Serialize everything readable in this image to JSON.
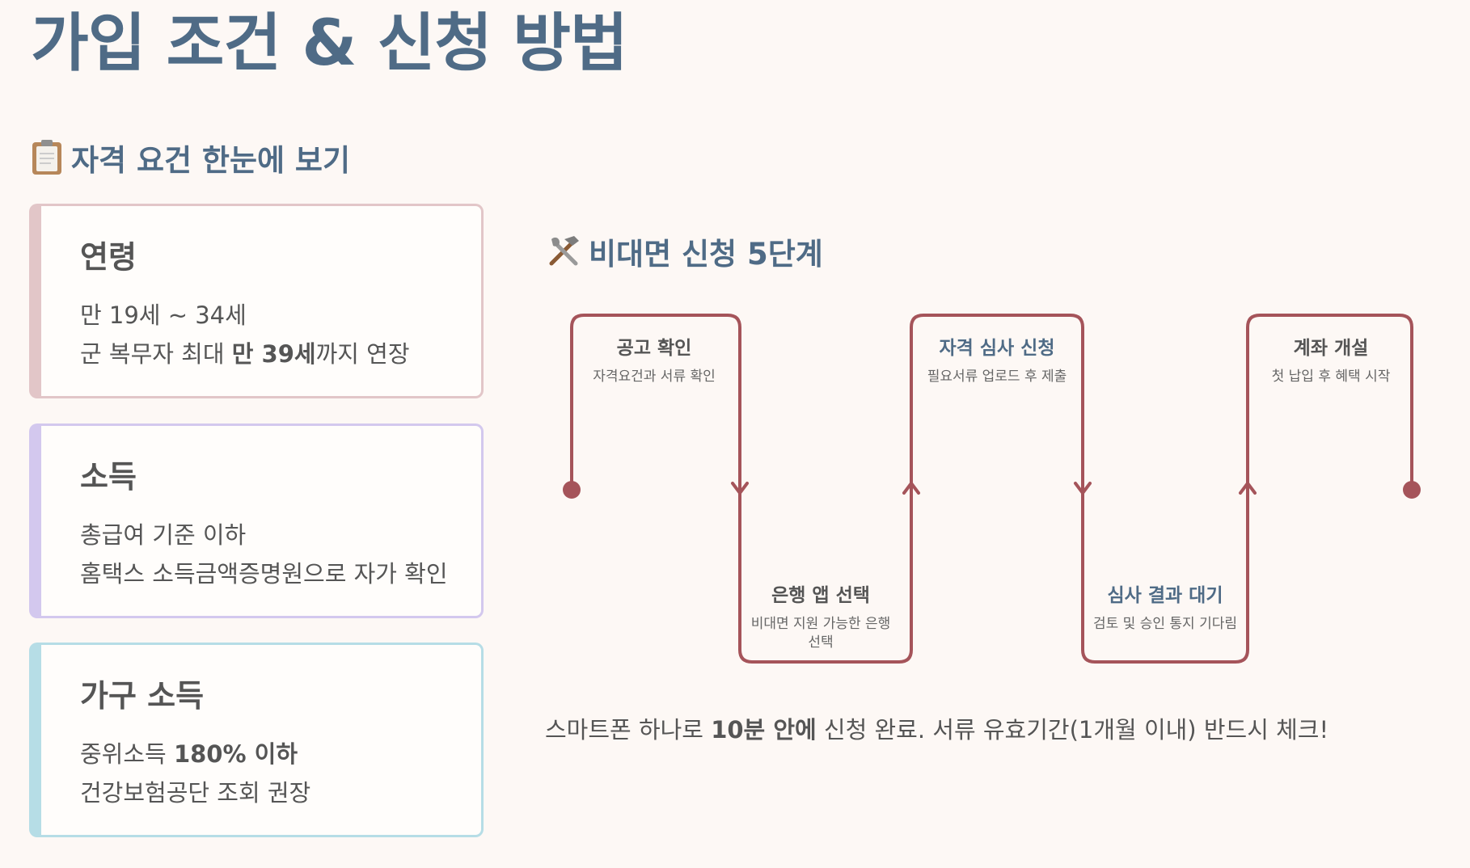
{
  "page": {
    "title": "가입 조건 & 신청 방법"
  },
  "eligibility": {
    "heading": "자격 요건 한눈에 보기",
    "icon": "clipboard-icon",
    "cards": [
      {
        "title": "연령",
        "line1": "만 19세 ~ 34세",
        "line2_pre": "군 복무자 최대 ",
        "line2_bold": "만 39세",
        "line2_post": "까지 연장",
        "accent": "#e2c6c8"
      },
      {
        "title": "소득",
        "line1": "총급여 기준 이하",
        "line2": "홈택스 소득금액증명원으로 자가 확인",
        "accent": "#d3c8ee"
      },
      {
        "title": "가구 소득",
        "line1_pre": "중위소득 ",
        "line1_bold": "180% 이하",
        "line2": "건강보험공단 조회 권장",
        "accent": "#b6dde6"
      }
    ]
  },
  "process": {
    "heading": "비대면 신청 5단계",
    "icon": "tools-icon",
    "line_color": "#a5545a",
    "steps": [
      {
        "title": "공고 확인",
        "desc": "자격요건과 서류 확인"
      },
      {
        "title": "은행 앱 선택",
        "desc": "비대면 지원 가능한 은행 선택"
      },
      {
        "title": "자격 심사 신청",
        "desc": "필요서류 업로드 후 제출"
      },
      {
        "title": "심사 결과 대기",
        "desc": "검토 및 승인 통지 기다림"
      },
      {
        "title": "계좌 개설",
        "desc": "첫 납입 후 혜택 시작"
      }
    ],
    "note_pre": "스마트폰 하나로 ",
    "note_bold": "10분 안에",
    "note_post": " 신청 완료. 서류 유효기간(1개월 이내) 반드시 체크!"
  }
}
